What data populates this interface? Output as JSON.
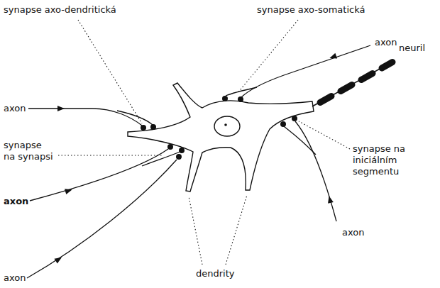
{
  "diagram": {
    "labels": [
      "synapse axo-dendritická",
      "synapse axo-somatická",
      "axon",
      "neuril",
      "axon",
      "synapse na synapsi",
      "synapse na iniciálním segmentu",
      "axon",
      "axon",
      "axon",
      "dendrity"
    ]
  }
}
